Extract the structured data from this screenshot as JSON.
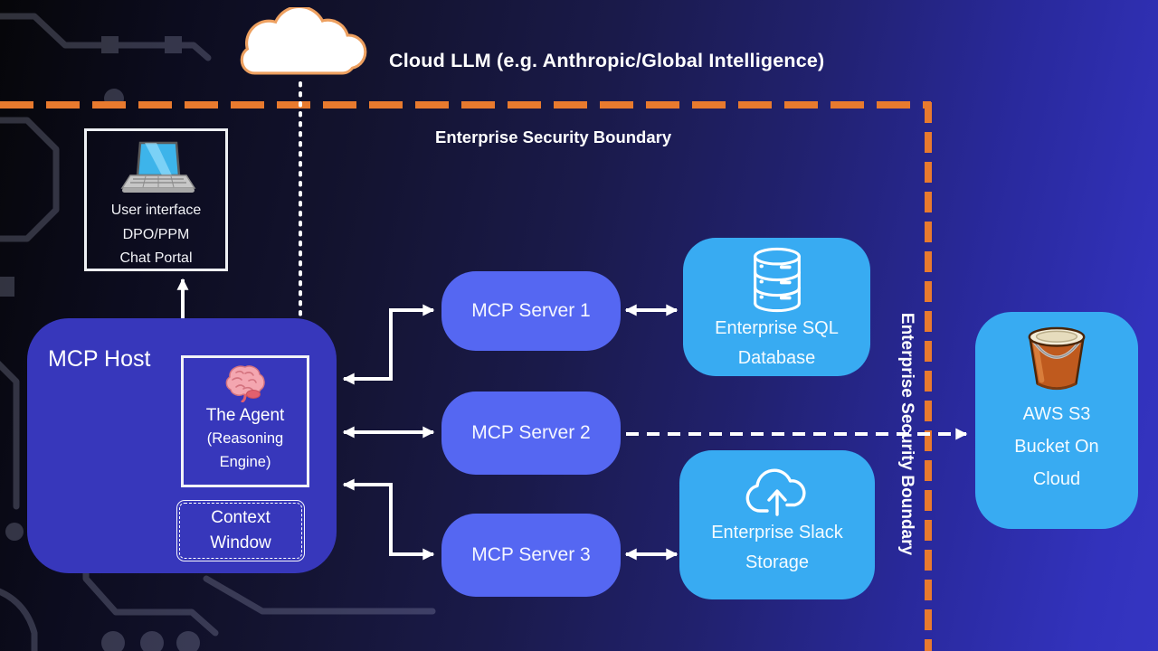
{
  "cloud": {
    "icon": "cloud-icon",
    "label": "Cloud LLM (e.g. Anthropic/Global Intelligence)"
  },
  "boundary": {
    "top_label": "Enterprise Security Boundary",
    "right_label": "Enterprise Security Boundary",
    "color": "#e87a2e"
  },
  "user_interface": {
    "icon": "laptop-icon",
    "line1": "User interface",
    "line2": "DPO/PPM",
    "line3": "Chat Portal"
  },
  "mcp_host": {
    "label": "MCP Host",
    "agent": {
      "icon": "brain-icon",
      "title": "The Agent",
      "subtitle_line1": "(Reasoning",
      "subtitle_line2": "Engine)"
    },
    "context_window": {
      "line1": "Context",
      "line2": "Window"
    }
  },
  "servers": [
    {
      "label": "MCP Server 1"
    },
    {
      "label": "MCP Server 2"
    },
    {
      "label": "MCP Server 3"
    }
  ],
  "sql_database": {
    "icon": "database-icon",
    "line1": "Enterprise SQL",
    "line2": "Database"
  },
  "slack_storage": {
    "icon": "cloud-upload-icon",
    "line1": "Enterprise Slack",
    "line2": "Storage"
  },
  "s3_bucket": {
    "icon": "bucket-icon",
    "line1": "AWS S3",
    "line2": "Bucket On",
    "line3": "Cloud"
  },
  "colors": {
    "host_fill": "#3737bb",
    "server_fill": "#5567f2",
    "resource_fill": "#38abf2",
    "boundary_orange": "#e87a2e",
    "arrow_white": "#ffffff",
    "background_right": "#3232bc"
  }
}
